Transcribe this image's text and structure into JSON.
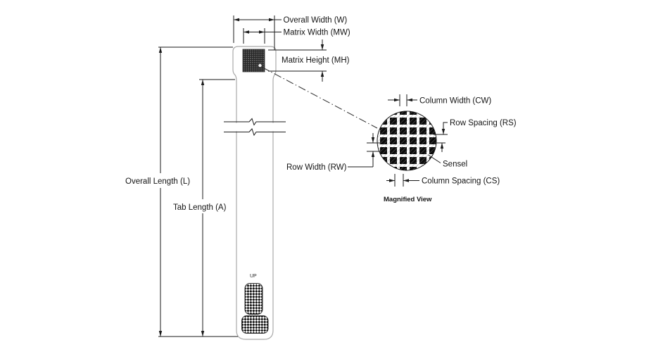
{
  "colors": {
    "ink": "#1a1a1a",
    "sensor_outline": "#a9a9a9",
    "background": "#ffffff",
    "matrix_fill": "#555555",
    "grid_black": "#0c0c0c"
  },
  "sensor": {
    "up_marker": "UP",
    "dimensions": {
      "overall_width": "Overall Width (W)",
      "matrix_width": "Matrix Width (MW)",
      "matrix_height": "Matrix Height (MH)",
      "overall_length": "Overall Length (L)",
      "tab_length": "Tab Length (A)"
    }
  },
  "magnified_view": {
    "caption": "Magnified View",
    "sensel_label": "Sensel",
    "dimensions": {
      "column_width": "Column Width (CW)",
      "row_spacing": "Row Spacing (RS)",
      "column_spacing": "Column Spacing (CS)",
      "row_width": "Row Width (RW)"
    }
  }
}
